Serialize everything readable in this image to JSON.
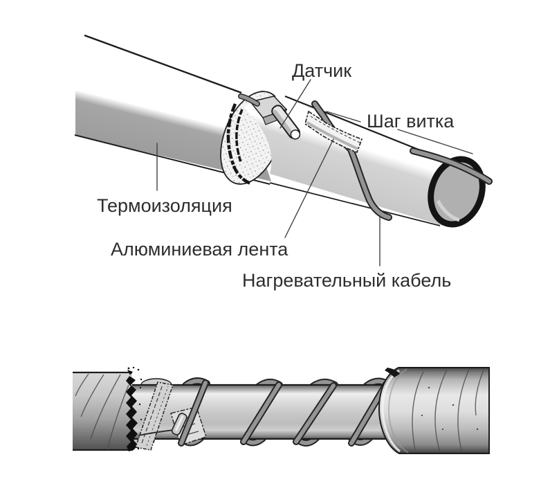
{
  "labels": {
    "sensor": "Датчик",
    "coil_pitch": "Шаг витка",
    "thermal_insulation": "Термоизоляция",
    "aluminum_tape": "Алюминиевая лента",
    "heating_cable": "Нагревательный кабель"
  },
  "colors": {
    "background": "#ffffff",
    "outline": "#1c1c1c",
    "label_text": "#2d2d2d",
    "leader_line": "#3f3f3f",
    "insulation_gray": "#9c9c9c",
    "pipe_light_gray": "#c9c9c9",
    "cable_gray": "#949494",
    "cut_face": "#f3f3f3",
    "end_ring_inner": "#b0b0b0"
  }
}
